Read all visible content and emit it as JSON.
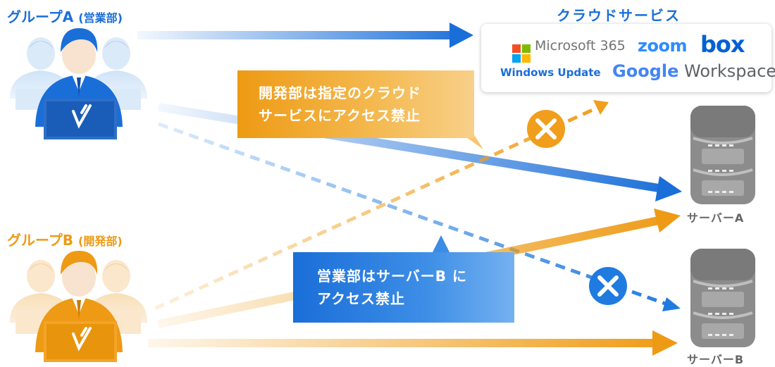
{
  "groups": {
    "a": {
      "name": "グループA",
      "dept": "(営業部)"
    },
    "b": {
      "name": "グループB",
      "dept": "(開発部)"
    }
  },
  "cloud": {
    "title": "クラウドサービス",
    "logos": {
      "microsoft": "Microsoft 365",
      "zoom": "zoom",
      "box": "box",
      "windows_update": "Windows Update",
      "google_brand": "Google",
      "google_product": "Workspace"
    }
  },
  "callouts": {
    "dev": {
      "line1": "開発部は指定のクラウド",
      "line2": "サービスにアクセス禁止"
    },
    "sales": {
      "line1": "営業部はサーバーB に",
      "line2": "アクセス禁止"
    }
  },
  "servers": {
    "a": "サーバーA",
    "b": "サーバーB"
  },
  "icons": {
    "group": "people-with-laptop-icon",
    "server": "server-icon",
    "blocked": "blocked-x-icon",
    "arrow": "arrow-icon"
  },
  "colors": {
    "group_a": "#1a6ed8",
    "group_b": "#ee9a14",
    "blocked_blue": "#1f7be0",
    "blocked_orange": "#f09e1c",
    "server": "#8c8c8c"
  }
}
